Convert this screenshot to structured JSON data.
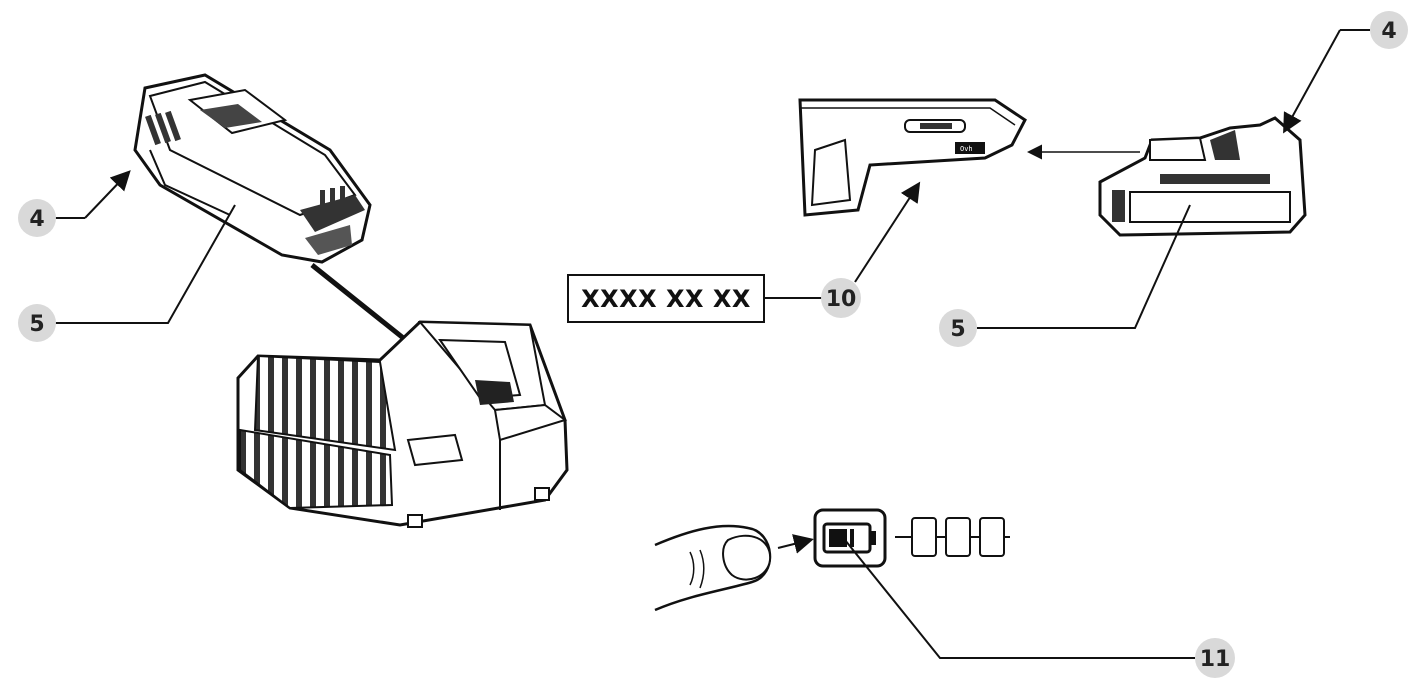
{
  "callouts": {
    "left_battery_latch": "4",
    "left_battery_body": "5",
    "right_battery_latch": "4",
    "right_battery_body": "5",
    "tool_label": "10",
    "charge_indicator": "11"
  },
  "part_number": "XXXX XX XX",
  "colors": {
    "line": "#111111",
    "callout_fill": "#d9d9d9",
    "callout_text": "#222222",
    "background": "#ffffff"
  },
  "icons": [
    "battery-icon",
    "finger-icon",
    "charger-icon",
    "tool-icon",
    "level-segment-icon"
  ]
}
